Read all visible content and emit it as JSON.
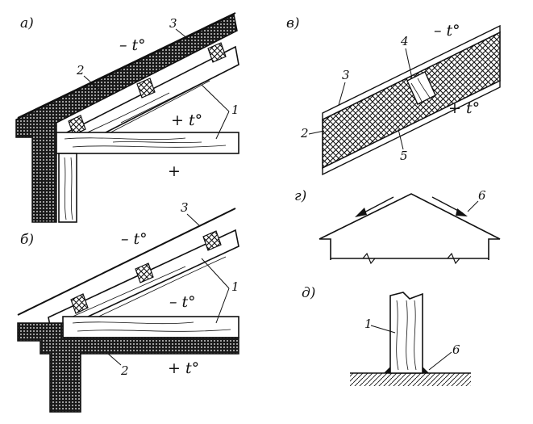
{
  "colors": {
    "ink": "#111111",
    "background": "#ffffff",
    "insulation": "#2a2a2a",
    "wood": "#ffffff"
  },
  "panels": {
    "a": {
      "letter": "а)",
      "callouts": {
        "n1": "1",
        "n2": "2",
        "n3": "3"
      },
      "temps": {
        "outside": "– t°",
        "inside": "+ t°",
        "room": "+"
      }
    },
    "b": {
      "letter": "б)",
      "callouts": {
        "n1": "1",
        "n2": "2",
        "n3": "3"
      },
      "temps": {
        "outside": "– t°",
        "attic": "– t°",
        "room": "+ t°"
      }
    },
    "v": {
      "letter": "в)",
      "callouts": {
        "n2": "2",
        "n3": "3",
        "n4": "4",
        "n5": "5"
      },
      "temps": {
        "outside": "– t°",
        "inside": "+ t°"
      }
    },
    "g": {
      "letter": "г)",
      "callouts": {
        "n6": "6"
      }
    },
    "d": {
      "letter": "д)",
      "callouts": {
        "n1": "1",
        "n6": "6"
      }
    }
  }
}
